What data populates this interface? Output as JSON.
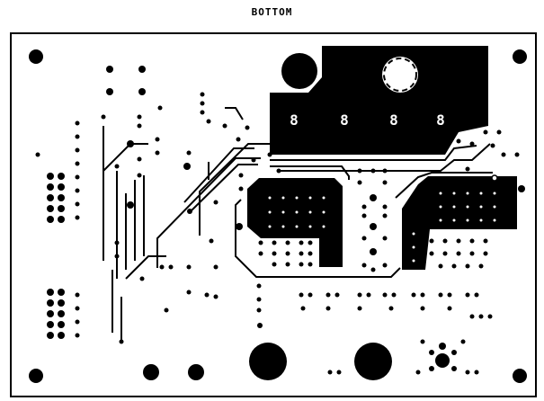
{
  "layer_title": "BOTTOM",
  "pour_labels": [
    "8",
    "8",
    "8",
    "8"
  ],
  "colors": {
    "copper": "#000000",
    "board": "#ffffff"
  }
}
